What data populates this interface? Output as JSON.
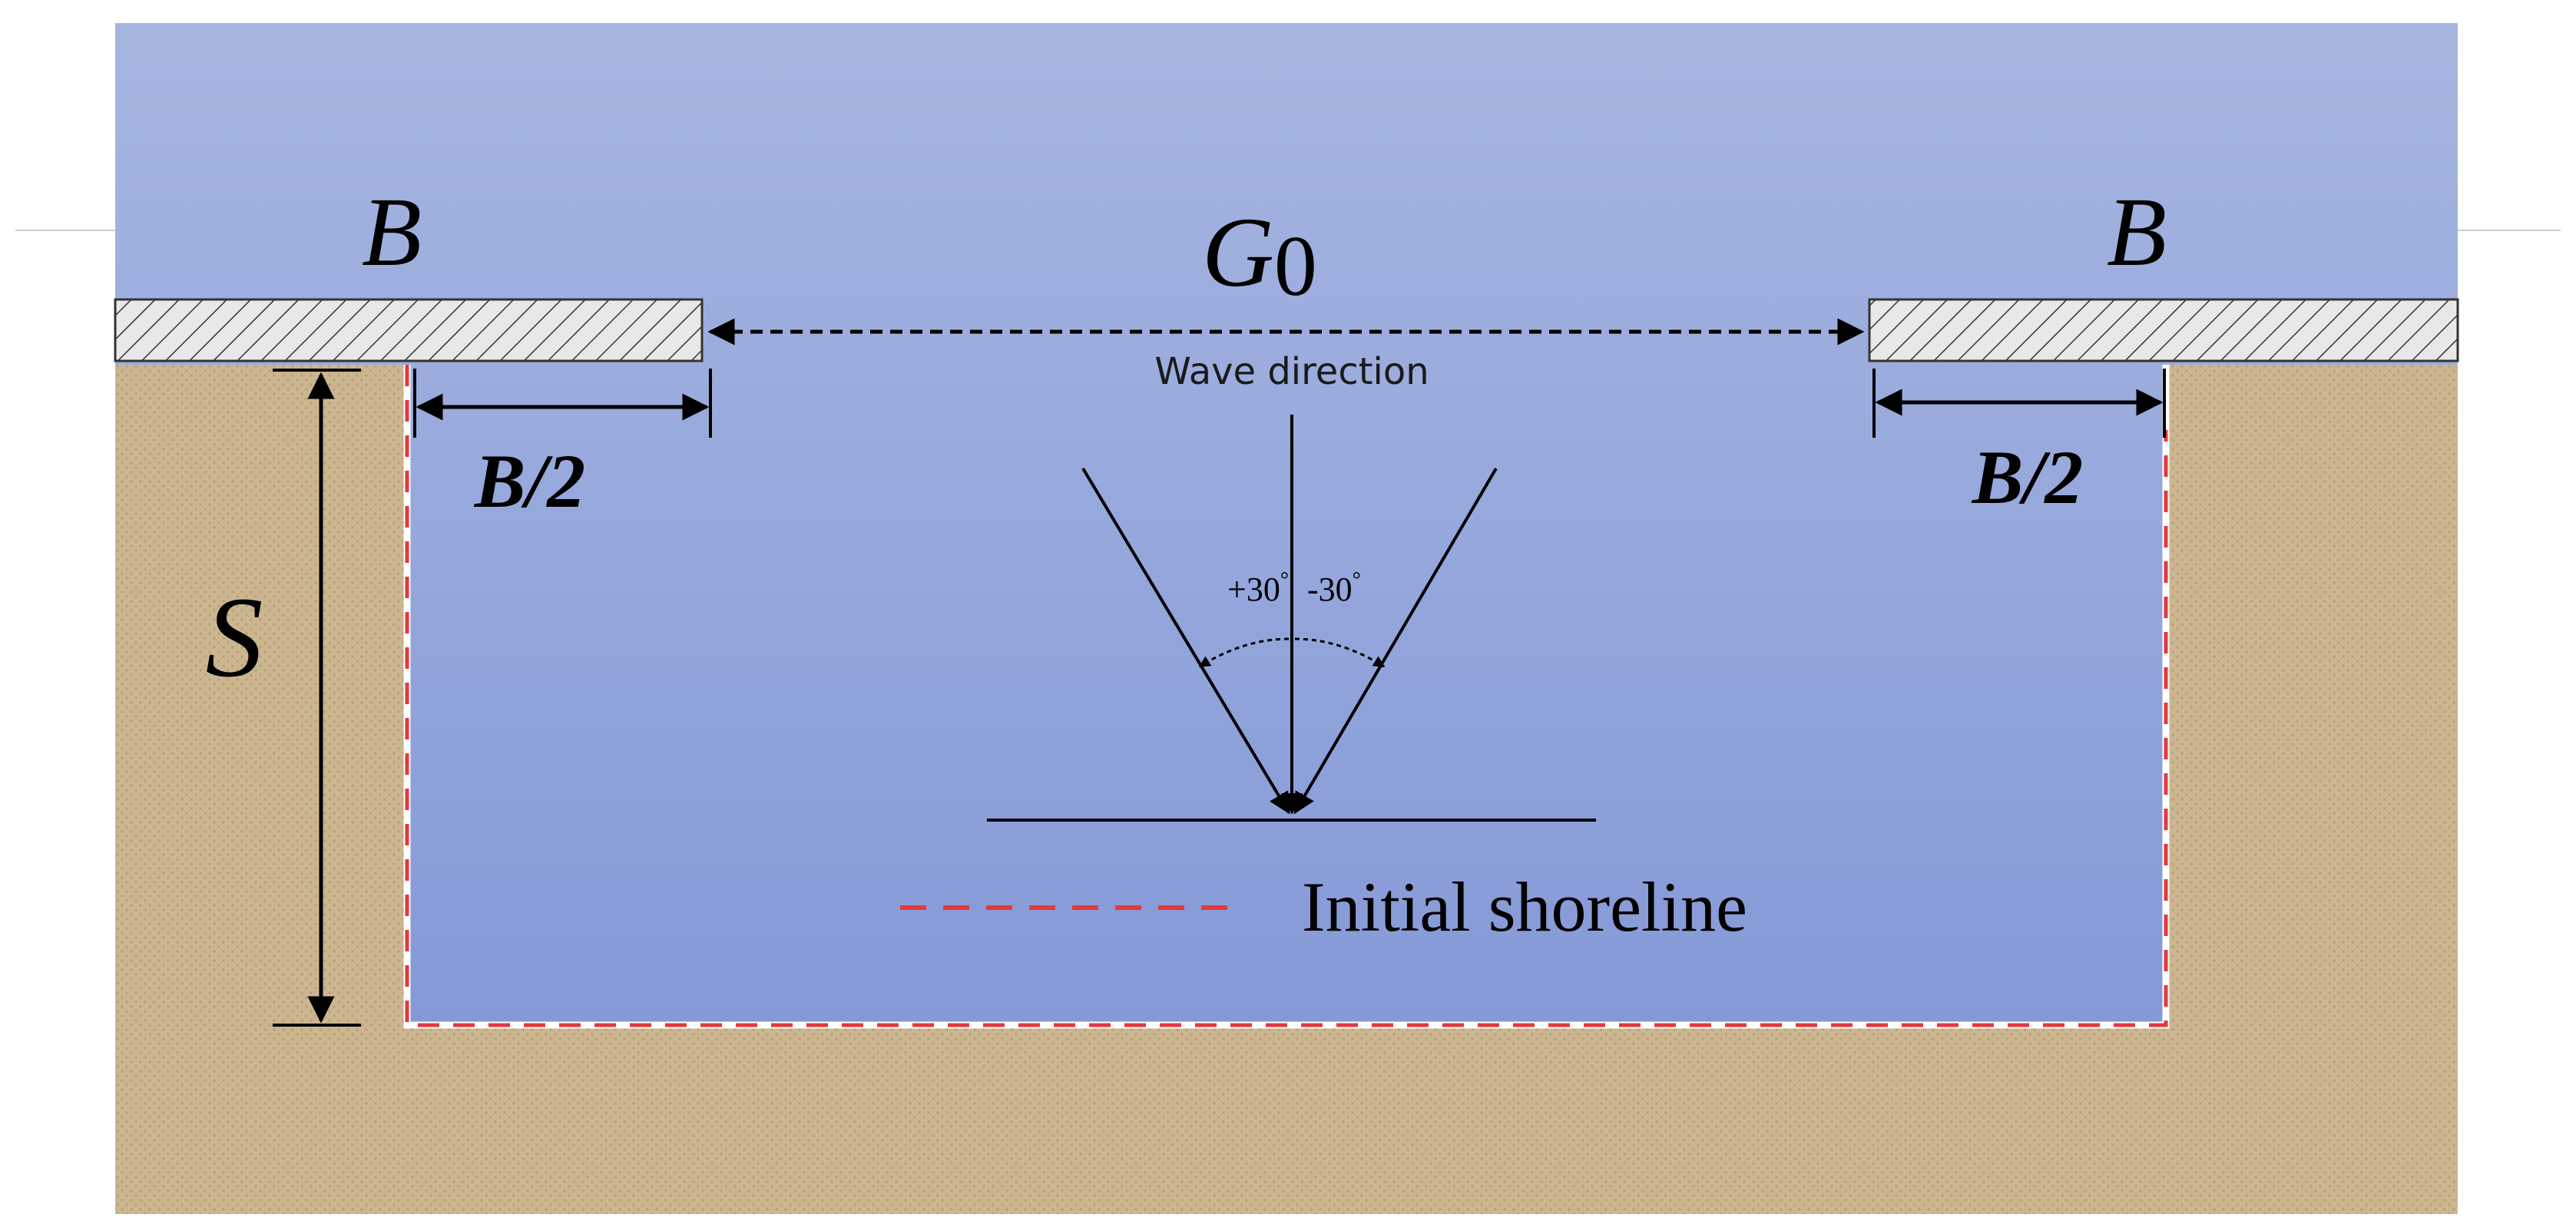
{
  "labels": {
    "breakwater_left": "B",
    "breakwater_right": "B",
    "gap_main": "G",
    "gap_sub": "0",
    "half_left": "B/2",
    "half_right": "B/2",
    "spacing": "S",
    "wave_direction": "Wave direction",
    "angle_plus": "+30",
    "angle_minus": "-30",
    "degree_mark": "°",
    "legend_shoreline": "Initial shoreline"
  },
  "colors": {
    "sea_top": "#a7b6e0",
    "sea_bottom": "#8599d7",
    "sand": "#cbb690",
    "sand_dot": "#b79f76",
    "breakwater_fill": "#e8e8e8",
    "shoreline_dash": "#e23a3a",
    "line": "#000000"
  }
}
